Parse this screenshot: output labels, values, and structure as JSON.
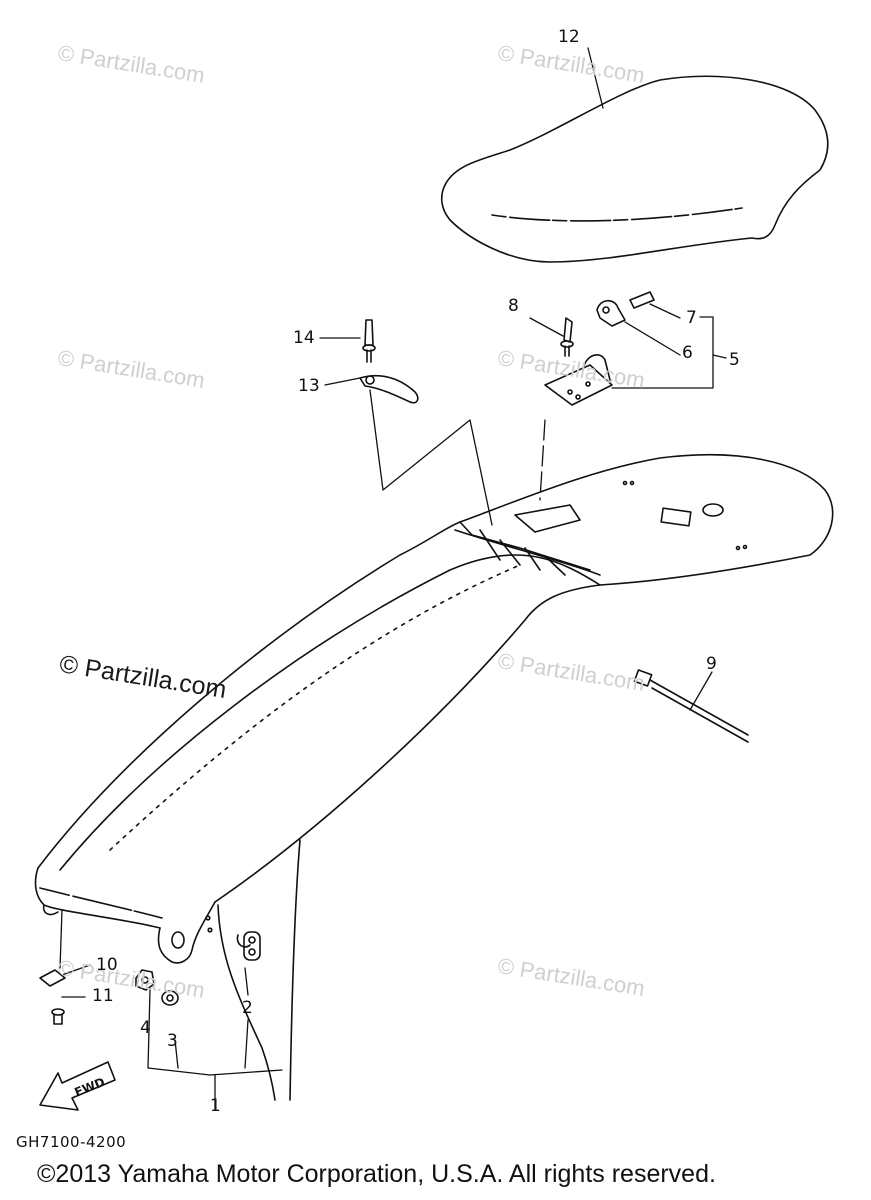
{
  "watermarks": [
    "© Partzilla.com",
    "© Partzilla.com",
    "© Partzilla.com",
    "© Partzilla.com",
    "© Partzilla.com",
    "© Partzilla.com",
    "© Partzilla.com",
    "© Partzilla.com"
  ],
  "callouts": {
    "c1": "1",
    "c2": "2",
    "c3": "3",
    "c4": "4",
    "c5": "5",
    "c6": "6",
    "c7": "7",
    "c8": "8",
    "c9": "9",
    "c10": "10",
    "c11": "11",
    "c12": "12",
    "c13": "13",
    "c14": "14"
  },
  "fwd_label": "FWD",
  "diagram_code": "GH7100-4200",
  "copyright": "©2013 Yamaha Motor Corporation, U.S.A. All rights reserved.",
  "colors": {
    "line": "#111111",
    "watermark": "#cfcfcf"
  }
}
